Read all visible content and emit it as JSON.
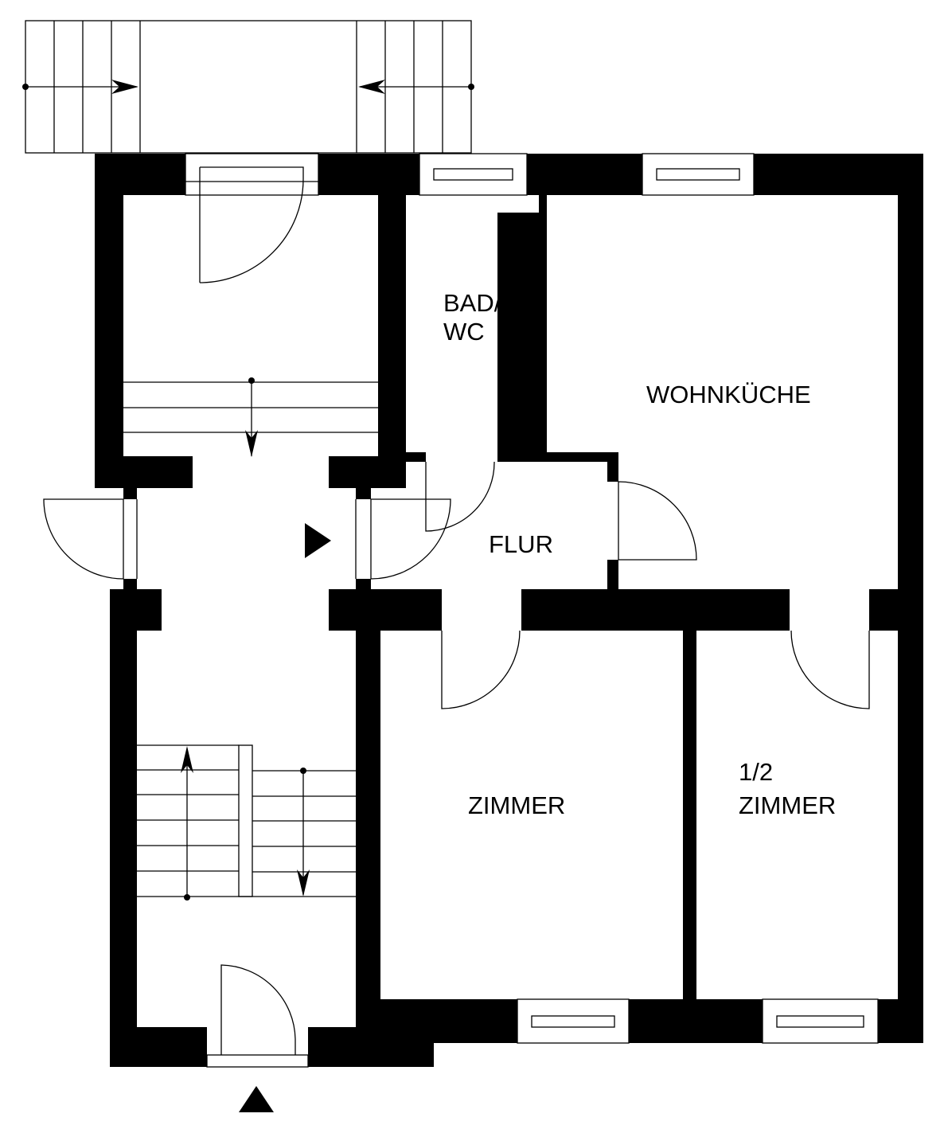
{
  "rooms": {
    "bad_line1": "BAD/",
    "bad_line2": "WC",
    "wohnkueche": "WOHNKÜCHE",
    "flur": "FLUR",
    "zimmer": "ZIMMER",
    "half_line1": "1/2",
    "half_line2": "ZIMMER"
  },
  "colors": {
    "wall": "#000000",
    "background": "#ffffff"
  }
}
